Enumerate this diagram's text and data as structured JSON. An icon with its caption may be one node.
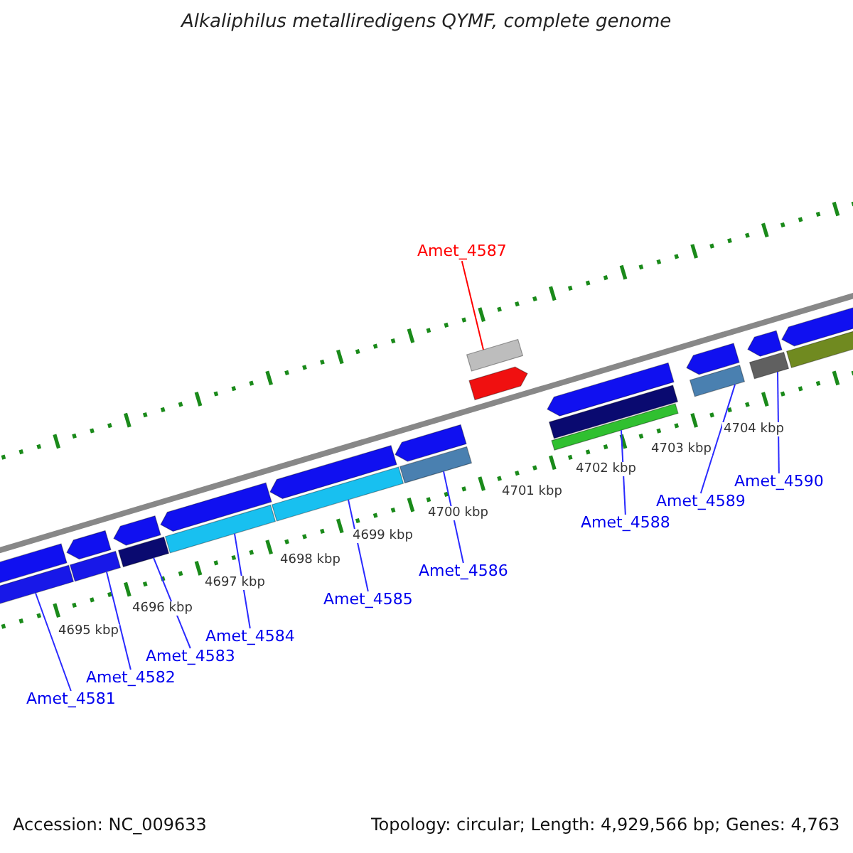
{
  "diagram": {
    "title": "Alkaliphilus metalliredigens QYMF, complete genome",
    "nodes": [
      {
        "text": [
          "Amet_4587"
        ]
      },
      {
        "text": [],
        "shape": "bar"
      },
      {
        "text": [
          "Amet_4581"
        ]
      },
      {
        "text": [],
        "shape": "bar"
      },
      {
        "text": [
          "Amet_4582"
        ]
      },
      {
        "text": [],
        "shape": "bar"
      },
      {
        "text": [
          "Amet_4583"
        ]
      },
      {
        "text": [],
        "shape": "bar"
      },
      {
        "text": [
          "Amet_4584"
        ]
      },
      {
        "text": [],
        "shape": "bar"
      },
      {
        "text": [
          "Amet_4585"
        ]
      },
      {
        "text": [],
        "shape": "bar"
      },
      {
        "text": [
          "Amet_4586"
        ]
      },
      {
        "text": [],
        "shape": "bar"
      },
      {
        "text": [
          "Amet_4588"
        ]
      },
      {
        "text": [],
        "shape": "bar"
      },
      {
        "text": [
          "Amet_4589"
        ]
      },
      {
        "text": [],
        "shape": "bar"
      },
      {
        "text": [
          "Amet_4590"
        ]
      },
      {
        "text": [],
        "shape": "bar"
      },
      {
        "text": [],
        "shape": "arrow"
      },
      {
        "text": [],
        "shape": "arrow"
      },
      {
        "text": [],
        "shape": "arrow"
      },
      {
        "text": [],
        "shape": "arrow"
      },
      {
        "text": [],
        "shape": "arrow"
      },
      {
        "text": [],
        "shape": "arrow"
      },
      {
        "text": [],
        "shape": "arrow"
      },
      {
        "text": [],
        "shape": "arrow"
      },
      {
        "text": [],
        "shape": "arrow"
      },
      {
        "text": [],
        "shape": "arrow"
      },
      {
        "text": [],
        "shape": "arrow"
      },
      {
        "text": [],
        "shape": "bar"
      },
      {
        "text": [],
        "shape": "bar"
      }
    ],
    "edges": [
      {
        "from": 0,
        "to": 1,
        "arrow": "none",
        "color": "#ff0000"
      },
      {
        "from": 2,
        "to": 3,
        "arrow": "none"
      },
      {
        "from": 4,
        "to": 5,
        "arrow": "none"
      },
      {
        "from": 6,
        "to": 7,
        "arrow": "none"
      },
      {
        "from": 8,
        "to": 9,
        "arrow": "none"
      },
      {
        "from": 10,
        "to": 11,
        "arrow": "none"
      },
      {
        "from": 12,
        "to": 13,
        "arrow": "none"
      },
      {
        "from": 14,
        "to": 15,
        "arrow": "none"
      },
      {
        "from": 16,
        "to": 17,
        "arrow": "none"
      },
      {
        "from": 18,
        "to": 19,
        "arrow": "none"
      }
    ],
    "labels": [
      "4695 kbp",
      "4696 kbp",
      "4697 kbp",
      "4698 kbp",
      "4699 kbp",
      "4700 kbp",
      "4701 kbp",
      "4702 kbp",
      "4703 kbp",
      "4704 kbp",
      "Accession: NC_009633",
      "Topology: circular; Length: 4,929,566 bp; Genes: 4,763"
    ]
  }
}
